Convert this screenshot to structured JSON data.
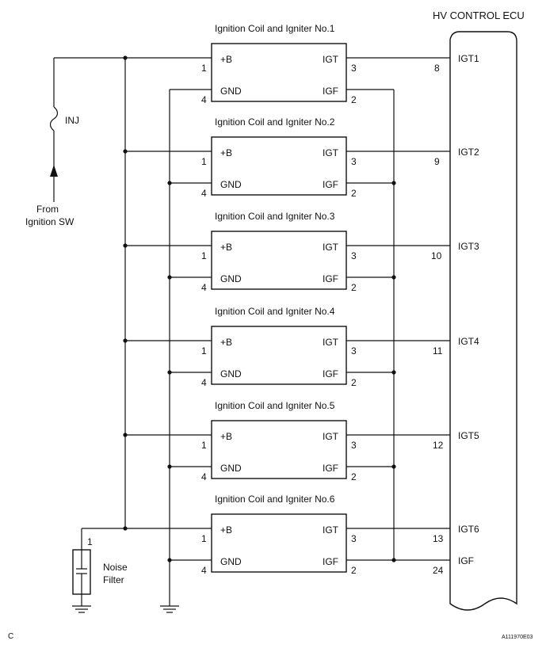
{
  "ecu": {
    "title": "HV CONTROL ECU",
    "terminals": [
      "IGT1",
      "IGT2",
      "IGT3",
      "IGT4",
      "IGT5",
      "IGT6",
      "IGF"
    ],
    "igf_pin": "24"
  },
  "igniters": [
    {
      "title": "Ignition Coil and Igniter No.1",
      "ecu_pin": "8"
    },
    {
      "title": "Ignition Coil and Igniter No.2",
      "ecu_pin": "9"
    },
    {
      "title": "Ignition Coil and Igniter No.3",
      "ecu_pin": "10"
    },
    {
      "title": "Ignition Coil and Igniter No.4",
      "ecu_pin": "11"
    },
    {
      "title": "Ignition Coil and Igniter No.5",
      "ecu_pin": "12"
    },
    {
      "title": "Ignition Coil and Igniter No.6",
      "ecu_pin": "13"
    }
  ],
  "box_labels": {
    "b_plus": "+B",
    "gnd": "GND",
    "igt": "IGT",
    "igf": "IGF",
    "pin_b_plus": "1",
    "pin_gnd": "4",
    "pin_igt": "3",
    "pin_igf": "2"
  },
  "fuse_label": "INJ",
  "source_label": [
    "From",
    "Ignition SW"
  ],
  "noise_filter": {
    "label": [
      "Noise",
      "Filter"
    ],
    "pin": "1"
  },
  "footer": {
    "left": "C",
    "right": "A111970E03"
  }
}
